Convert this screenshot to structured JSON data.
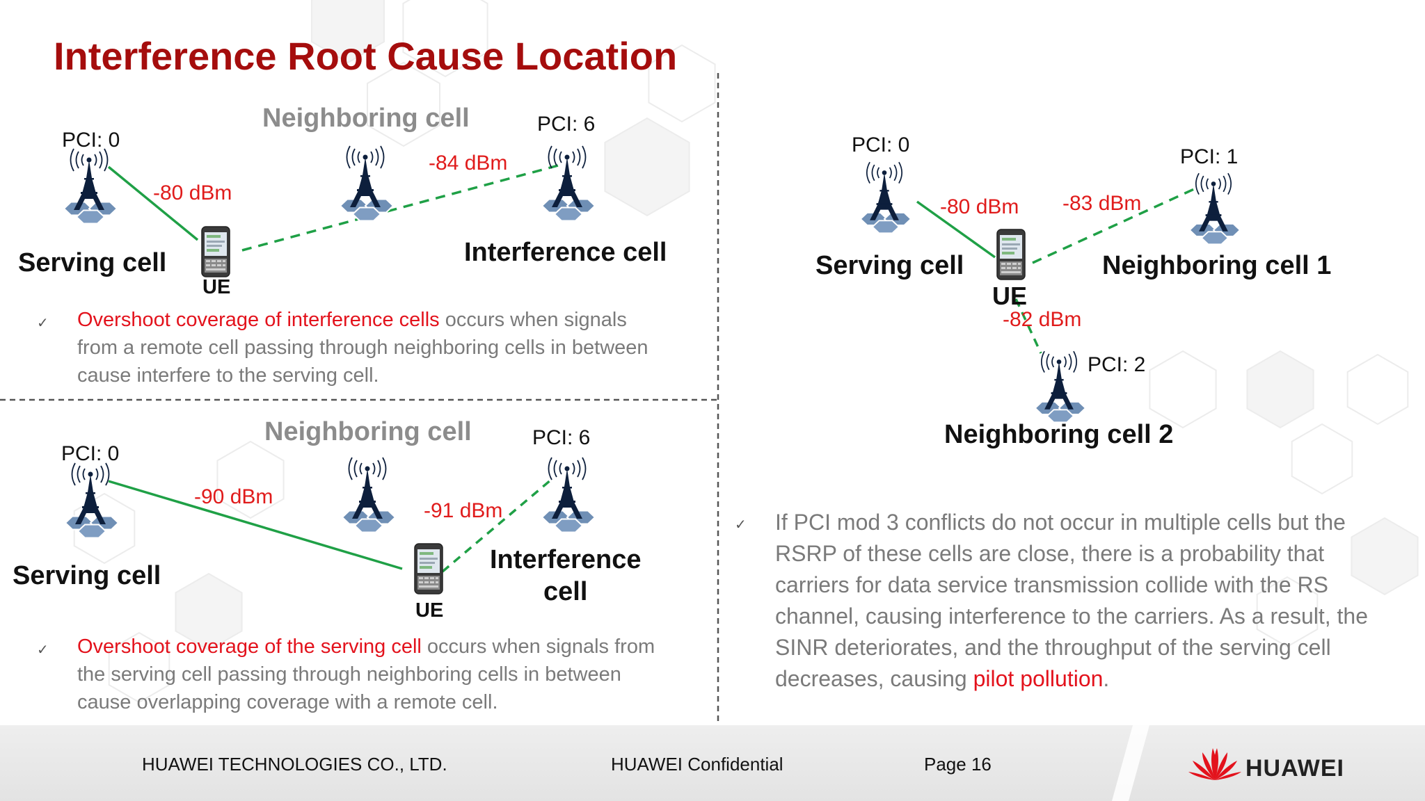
{
  "title": "Interference Root Cause Location",
  "panel_top_left": {
    "neighboring_title": "Neighboring cell",
    "serving_pci": "PCI: 0",
    "interference_pci": "PCI: 6",
    "serving_dbm": "-80 dBm",
    "interference_dbm": "-84 dBm",
    "serving_label": "Serving cell",
    "interference_label": "Interference cell",
    "ue_label": "UE",
    "bullet_red": "Overshoot coverage of interference cells",
    "bullet_line1_rest": " occurs when signals",
    "bullet_line2": "from a remote cell passing through neighboring cells in between",
    "bullet_line3": "cause interfere to the serving cell."
  },
  "panel_bottom_left": {
    "neighboring_title": "Neighboring cell",
    "serving_pci": "PCI: 0",
    "interference_pci": "PCI: 6",
    "serving_dbm": "-90 dBm",
    "interference_dbm": "-91 dBm",
    "serving_label": "Serving cell",
    "interference_label_1": "Interference",
    "interference_label_2": "cell",
    "ue_label": "UE",
    "bullet_red": "Overshoot coverage of the serving cell",
    "bullet_line1_rest": " occurs when signals from",
    "bullet_line2": "the serving cell passing through neighboring cells in between",
    "bullet_line3": "cause overlapping coverage with a remote cell."
  },
  "panel_right": {
    "serving_pci": "PCI: 0",
    "neighbor1_pci": "PCI: 1",
    "neighbor2_pci": "PCI: 2",
    "serving_dbm": "-80 dBm",
    "neighbor1_dbm": "-83 dBm",
    "neighbor2_dbm": "-82 dBm",
    "serving_label": "Serving cell",
    "neighbor1_label": "Neighboring cell 1",
    "neighbor2_label": "Neighboring cell 2",
    "ue_label": "UE",
    "bullet_text": "If PCI mod 3 conflicts do not occur in multiple cells but the RSRP of these cells are close, there is a probability that carriers for data service transmission collide with the RS channel, causing interference to the carriers. As a result, the SINR deteriorates, and the throughput of the serving cell decreases, causing ",
    "bullet_red": "pilot pollution",
    "bullet_end": "."
  },
  "footer": {
    "company": "HUAWEI TECHNOLOGIES CO., LTD.",
    "confidential": "HUAWEI Confidential",
    "page": "Page 16",
    "logo": "HUAWEI"
  },
  "colors": {
    "title": "#a50d0d",
    "signal_line": "#1fa046",
    "dbm_text": "#e01b1b",
    "highlight_text": "#e3121c",
    "body_text": "#7a7a7a",
    "tower": "#0d1f3c",
    "hexagon": "#6f8fb5"
  },
  "icons": [
    "tower-icon",
    "phone-icon",
    "check-icon",
    "huawei-logo-icon"
  ]
}
